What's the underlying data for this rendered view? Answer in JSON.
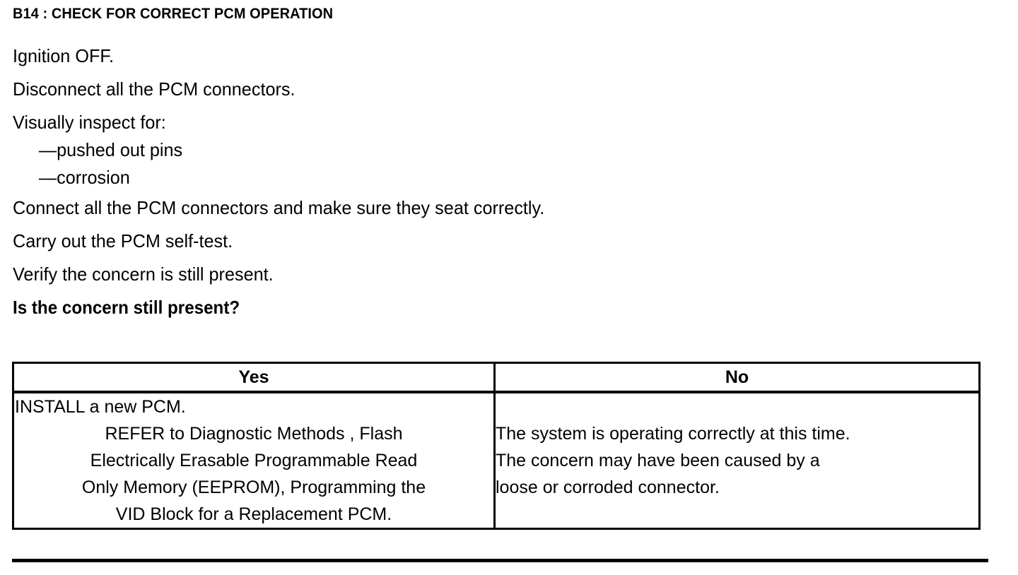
{
  "document": {
    "step_title": "B14 : CHECK FOR CORRECT PCM OPERATION",
    "instructions": [
      {
        "text": "Ignition OFF.",
        "style": "normal"
      },
      {
        "text": "Disconnect all the PCM connectors.",
        "style": "normal"
      },
      {
        "text": "Visually inspect for:",
        "style": "normal"
      },
      {
        "text": "—pushed out pins",
        "style": "bullet"
      },
      {
        "text": "—corrosion",
        "style": "bullet"
      },
      {
        "text": "Connect all the PCM connectors and make sure they seat correctly.",
        "style": "normal"
      },
      {
        "text": "Carry out the PCM self-test.",
        "style": "normal"
      },
      {
        "text": "Verify the concern is still present.",
        "style": "normal"
      },
      {
        "text": "Is the concern still present?",
        "style": "bold-question"
      }
    ],
    "decision_table": {
      "headers": [
        "Yes",
        "No"
      ],
      "yes_cell": {
        "lines": [
          "INSTALL a new PCM.",
          "REFER to Diagnostic Methods , Flash",
          "Electrically Erasable Programmable Read",
          "Only Memory (EEPROM), Programming the",
          "VID Block for a Replacement PCM."
        ]
      },
      "no_cell": {
        "lines": [
          "The system is operating correctly at this time.",
          "The concern may have been caused by a",
          "loose or corroded connector."
        ]
      }
    },
    "colors": {
      "ink": "#000000",
      "paper": "#ffffff"
    }
  }
}
